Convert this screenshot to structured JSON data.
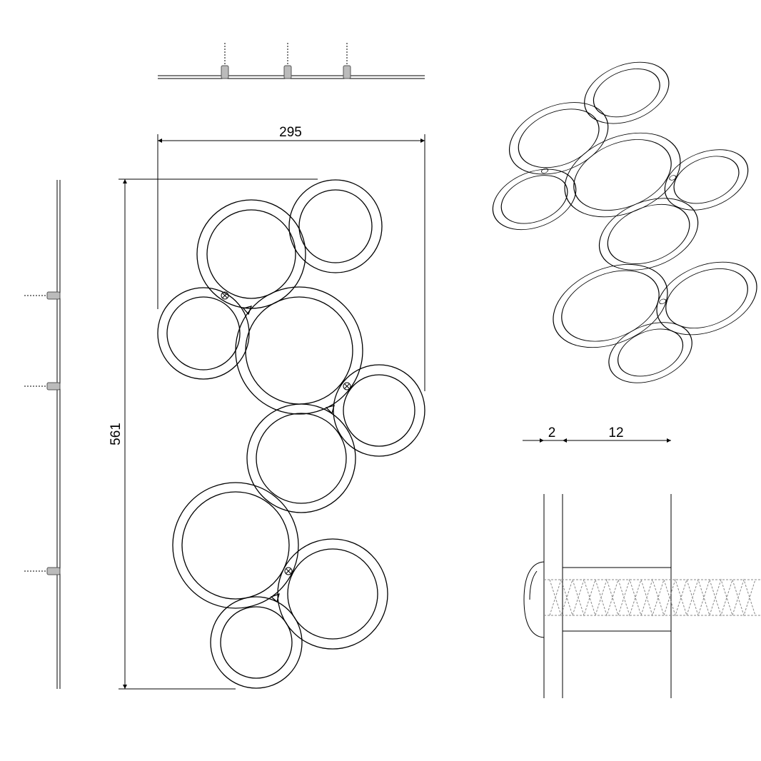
{
  "drawing": {
    "dimensions": {
      "width_label": "295",
      "height_label": "561",
      "thickness_label": "2",
      "spacer_label": "12"
    }
  }
}
